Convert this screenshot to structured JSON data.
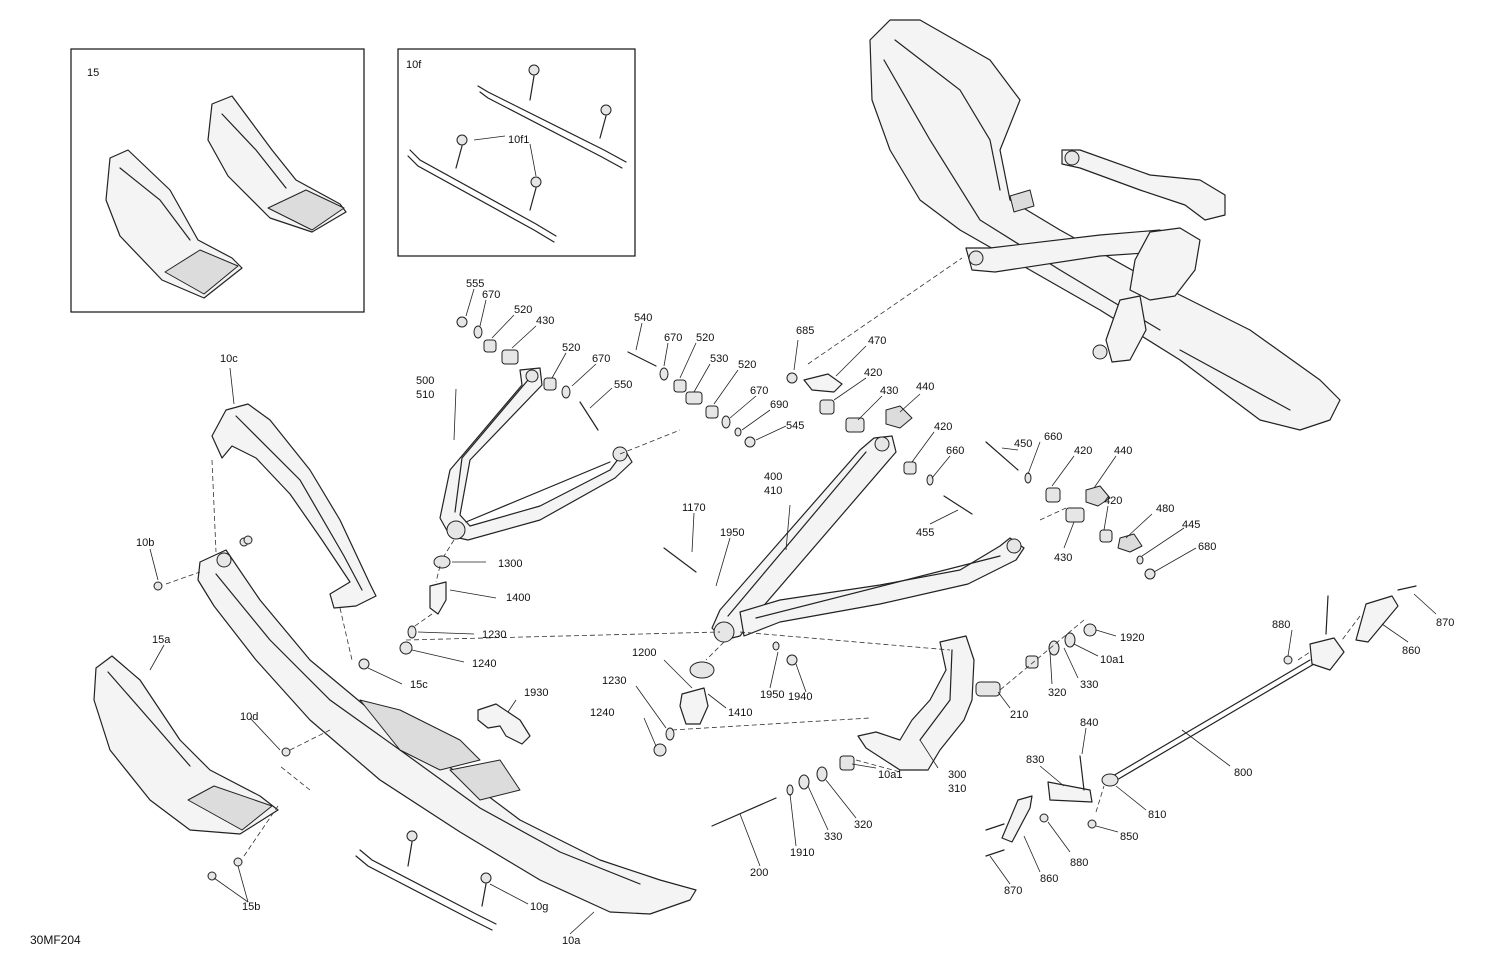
{
  "diagram": {
    "drawing_code": "30MF204",
    "insets": [
      {
        "id": "15"
      },
      {
        "id": "10f"
      }
    ],
    "callouts": [
      {
        "id": "15",
        "text": "15"
      },
      {
        "id": "10f",
        "text": "10f"
      },
      {
        "id": "10f1",
        "text": "10f1"
      },
      {
        "id": "555",
        "text": "555"
      },
      {
        "id": "670a",
        "text": "670"
      },
      {
        "id": "520a",
        "text": "520"
      },
      {
        "id": "430a",
        "text": "430"
      },
      {
        "id": "520b",
        "text": "520"
      },
      {
        "id": "670b",
        "text": "670"
      },
      {
        "id": "550",
        "text": "550"
      },
      {
        "id": "540",
        "text": "540"
      },
      {
        "id": "670c",
        "text": "670"
      },
      {
        "id": "520c",
        "text": "520"
      },
      {
        "id": "530",
        "text": "530"
      },
      {
        "id": "520d",
        "text": "520"
      },
      {
        "id": "670d",
        "text": "670"
      },
      {
        "id": "690",
        "text": "690"
      },
      {
        "id": "545",
        "text": "545"
      },
      {
        "id": "685",
        "text": "685"
      },
      {
        "id": "470",
        "text": "470"
      },
      {
        "id": "420a",
        "text": "420"
      },
      {
        "id": "430b",
        "text": "430"
      },
      {
        "id": "440a",
        "text": "440"
      },
      {
        "id": "420b",
        "text": "420"
      },
      {
        "id": "660a",
        "text": "660"
      },
      {
        "id": "455",
        "text": "455"
      },
      {
        "id": "450",
        "text": "450"
      },
      {
        "id": "660b",
        "text": "660"
      },
      {
        "id": "420c",
        "text": "420"
      },
      {
        "id": "440b",
        "text": "440"
      },
      {
        "id": "420d",
        "text": "420"
      },
      {
        "id": "480",
        "text": "480"
      },
      {
        "id": "445",
        "text": "445"
      },
      {
        "id": "680",
        "text": "680"
      },
      {
        "id": "430c",
        "text": "430"
      },
      {
        "id": "500",
        "text": "500"
      },
      {
        "id": "510",
        "text": "510"
      },
      {
        "id": "400",
        "text": "400"
      },
      {
        "id": "410",
        "text": "410"
      },
      {
        "id": "1170",
        "text": "1170"
      },
      {
        "id": "1950a",
        "text": "1950"
      },
      {
        "id": "10c",
        "text": "10c"
      },
      {
        "id": "10b",
        "text": "10b"
      },
      {
        "id": "1300",
        "text": "1300"
      },
      {
        "id": "1400",
        "text": "1400"
      },
      {
        "id": "1230a",
        "text": "1230"
      },
      {
        "id": "1240a",
        "text": "1240"
      },
      {
        "id": "15a",
        "text": "15a"
      },
      {
        "id": "15c",
        "text": "15c"
      },
      {
        "id": "1930",
        "text": "1930"
      },
      {
        "id": "1200",
        "text": "1200"
      },
      {
        "id": "1230b",
        "text": "1230"
      },
      {
        "id": "1240b",
        "text": "1240"
      },
      {
        "id": "1410",
        "text": "1410"
      },
      {
        "id": "1950b",
        "text": "1950"
      },
      {
        "id": "1940",
        "text": "1940"
      },
      {
        "id": "10d",
        "text": "10d"
      },
      {
        "id": "1920",
        "text": "1920"
      },
      {
        "id": "10a1a",
        "text": "10a1"
      },
      {
        "id": "320a",
        "text": "320"
      },
      {
        "id": "330a",
        "text": "330"
      },
      {
        "id": "210",
        "text": "210"
      },
      {
        "id": "300",
        "text": "300"
      },
      {
        "id": "310",
        "text": "310"
      },
      {
        "id": "10a1b",
        "text": "10a1"
      },
      {
        "id": "320b",
        "text": "320"
      },
      {
        "id": "330b",
        "text": "330"
      },
      {
        "id": "1910",
        "text": "1910"
      },
      {
        "id": "200",
        "text": "200"
      },
      {
        "id": "880a",
        "text": "880"
      },
      {
        "id": "870a",
        "text": "870"
      },
      {
        "id": "860a",
        "text": "860"
      },
      {
        "id": "800",
        "text": "800"
      },
      {
        "id": "840",
        "text": "840"
      },
      {
        "id": "830",
        "text": "830"
      },
      {
        "id": "810",
        "text": "810"
      },
      {
        "id": "850",
        "text": "850"
      },
      {
        "id": "880b",
        "text": "880"
      },
      {
        "id": "860b",
        "text": "860"
      },
      {
        "id": "870b",
        "text": "870"
      },
      {
        "id": "15b",
        "text": "15b"
      },
      {
        "id": "10g",
        "text": "10g"
      },
      {
        "id": "10a",
        "text": "10a"
      }
    ]
  }
}
